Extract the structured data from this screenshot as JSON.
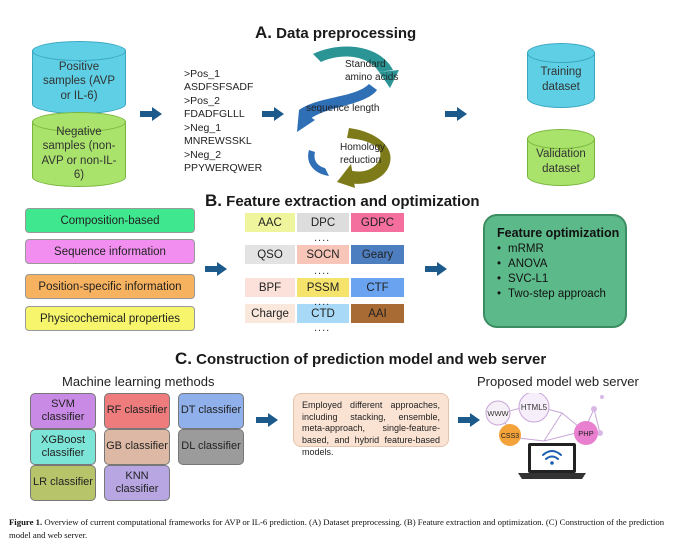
{
  "section_a": {
    "letter": "A.",
    "title": "Data preprocessing",
    "positive_samples": "Positive samples (AVP or IL-6)",
    "negative_samples": "Negative samples (non-AVP or non-IL-6)",
    "sequences": ">Pos_1\nASDFSFSADF\n>Pos_2\nFDADFGLLL\n>Neg_1\nMNREWSSKL\n>Neg_2\nPPYWERQWER",
    "cycle_labels": {
      "standard_amino_acids": "Standard amino acids",
      "sequence_length": "sequence length",
      "homology_reduction": "Homology reduction"
    },
    "training_dataset": "Training dataset",
    "validation_dataset": "Validation dataset"
  },
  "section_b": {
    "letter": "B.",
    "title": "Feature extraction and optimization",
    "categories": [
      {
        "label": "Composition-based",
        "color": "#3fe88f"
      },
      {
        "label": "Sequence information",
        "color": "#f28ef0"
      },
      {
        "label": "Position-specific information",
        "color": "#f7b25f"
      },
      {
        "label": "Physicochemical properties",
        "color": "#f7f56c"
      }
    ],
    "feature_rows": [
      [
        {
          "label": "AAC",
          "color": "#eef59c"
        },
        {
          "label": "DPC",
          "color": "#dddddd"
        },
        {
          "label": "GDPC",
          "color": "#f46f9e"
        }
      ],
      [
        {
          "label": "QSO",
          "color": "#e3e3e3"
        },
        {
          "label": "SOCN",
          "color": "#f7c6b8"
        },
        {
          "label": "Geary",
          "color": "#4d7fc0"
        }
      ],
      [
        {
          "label": "BPF",
          "color": "#fbe1da"
        },
        {
          "label": "PSSM",
          "color": "#f6e36b"
        },
        {
          "label": "CTF",
          "color": "#6aa4f0"
        }
      ],
      [
        {
          "label": "Charge",
          "color": "#fbe8dc"
        },
        {
          "label": "CTD",
          "color": "#a8d9f6"
        },
        {
          "label": "AAI",
          "color": "#a86b33"
        }
      ]
    ],
    "ellipsis": "....",
    "optimization": {
      "title": "Feature optimization",
      "items": [
        "mRMR",
        "ANOVA",
        "SVC-L1",
        "Two-step approach"
      ]
    }
  },
  "section_c": {
    "letter": "C.",
    "title": "Construction of prediction model and web server",
    "ml_methods_title": "Machine learning methods",
    "classifiers": [
      {
        "label": "SVM classifier",
        "color": "#c98ae5"
      },
      {
        "label": "RF classifier",
        "color": "#ef7c7c"
      },
      {
        "label": "DT classifier",
        "color": "#8fb0ea"
      },
      {
        "label": "XGBoost classifier",
        "color": "#7de5d7"
      },
      {
        "label": "GB classifier",
        "color": "#ddb9a5"
      },
      {
        "label": "DL classifier",
        "color": "#9b9b9b"
      },
      {
        "label": "LR classifier",
        "color": "#b7c46a"
      },
      {
        "label": "KNN classifier",
        "color": "#b7a6e2"
      }
    ],
    "approaches_text": "Employed different approaches, including stacking, ensemble, meta-approach, single-feature-based, and hybrid feature-based models.",
    "web_server_title": "Proposed model web server",
    "web_badges": [
      "WWW",
      "HTML5",
      "CSS3",
      "PHP"
    ]
  },
  "caption": {
    "label": "Figure 1.",
    "text": " Overview of current computational frameworks for AVP or IL-6 prediction. (A) Dataset preprocessing. (B) Feature extraction and optimization. (C) Construction of the prediction model and web server."
  },
  "colors": {
    "arrow": "#1d5a8c",
    "teal": "#2b9494",
    "blue_cycle": "#2e6fb6",
    "olive": "#7d7a1a",
    "approach_box": "#fae3d3"
  }
}
